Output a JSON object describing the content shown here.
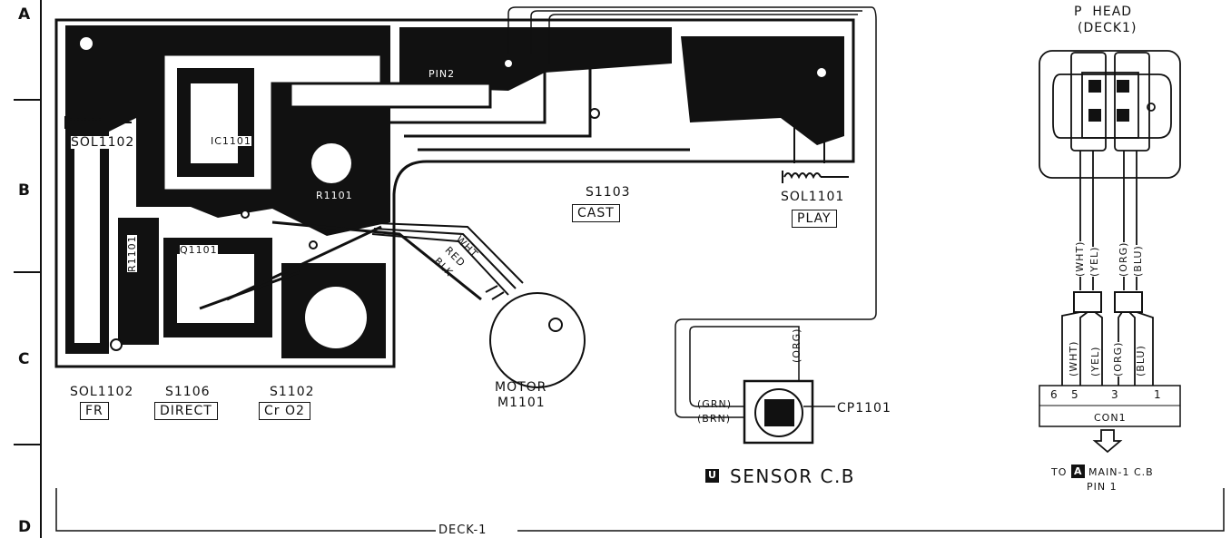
{
  "rows": [
    "A",
    "B",
    "C",
    "D"
  ],
  "deck_label": "DECK-1",
  "pcb": {
    "sol1102_top": "SOL1102",
    "s1103": "S1103",
    "s1103_name": "CAST",
    "sol1101": "SOL1101",
    "sol1101_name": "PLAY",
    "motor": "MOTOR",
    "motor_ref": "M1101",
    "pin2": "PIN2",
    "q1101": "Q1101",
    "r1101_left": "R1101",
    "r1101": "R1101",
    "ic1101": "IC1101",
    "bottom_labels": [
      {
        "ref": "SOL1102",
        "name": "FR"
      },
      {
        "ref": "S1106",
        "name": "DIRECT"
      },
      {
        "ref": "S1102",
        "name": "Cr O2"
      }
    ],
    "motor_wires": [
      "WHT",
      "RED",
      "BLK"
    ]
  },
  "sensor": {
    "title": "SENSOR C.B",
    "letter": "U",
    "ref": "CP1101",
    "wires": [
      "GRN",
      "BRN",
      "ORG"
    ]
  },
  "head": {
    "title": "P  HEAD",
    "subtitle": "(DECK1)",
    "wires_top": [
      "WHT",
      "YEL",
      "ORG",
      "BLU"
    ],
    "wires_bottom": [
      "WHT",
      "YEL",
      "ORG",
      "BLU"
    ],
    "pins": [
      "6",
      "5",
      "3",
      "1"
    ],
    "connector": "CON1",
    "to_prefix": "TO",
    "to_letter": "A",
    "to_board": "MAIN-1 C.B",
    "to_pin": "PIN 1"
  }
}
